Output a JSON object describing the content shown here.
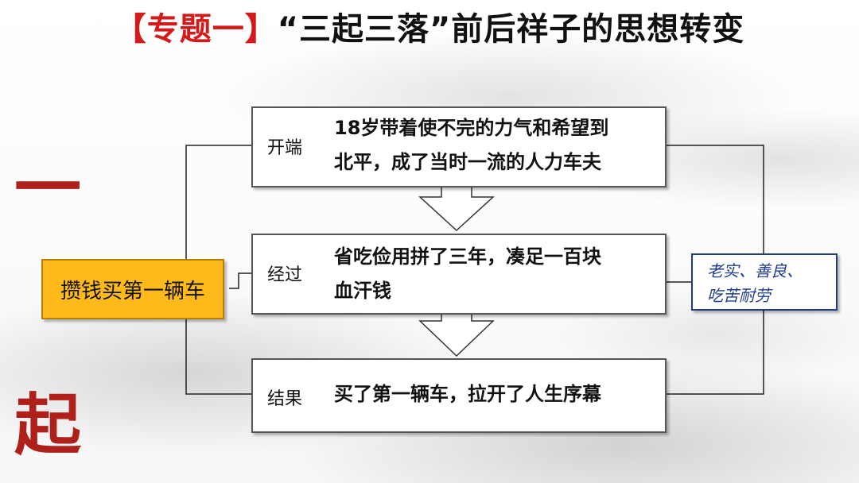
{
  "title": {
    "bracket_part": "【专题一】",
    "main_part": "“三起三落”前后祥子的思想转变"
  },
  "side": {
    "top_char": "一",
    "bottom_char": "起"
  },
  "goal": "攒钱买第一辆车",
  "stages": [
    {
      "label": "开端",
      "line1": "18岁带着使不完的力气和希望到",
      "line2": "北平，成了当时一流的人力车夫"
    },
    {
      "label": "经过",
      "line1": "省吃俭用拼了三年，凑足一百块",
      "line2": "血汗钱"
    },
    {
      "label": "结果",
      "line1": "买了第一辆车，拉开了人生序幕",
      "line2": ""
    }
  ],
  "traits": {
    "line1": "老实、善良、",
    "line2": "吃苦耐劳"
  },
  "colors": {
    "title_bracket": "#d31a1a",
    "side_char": "#b0201a",
    "goal_fill": "#fdba1a",
    "traits_text": "#1f3c8a"
  }
}
